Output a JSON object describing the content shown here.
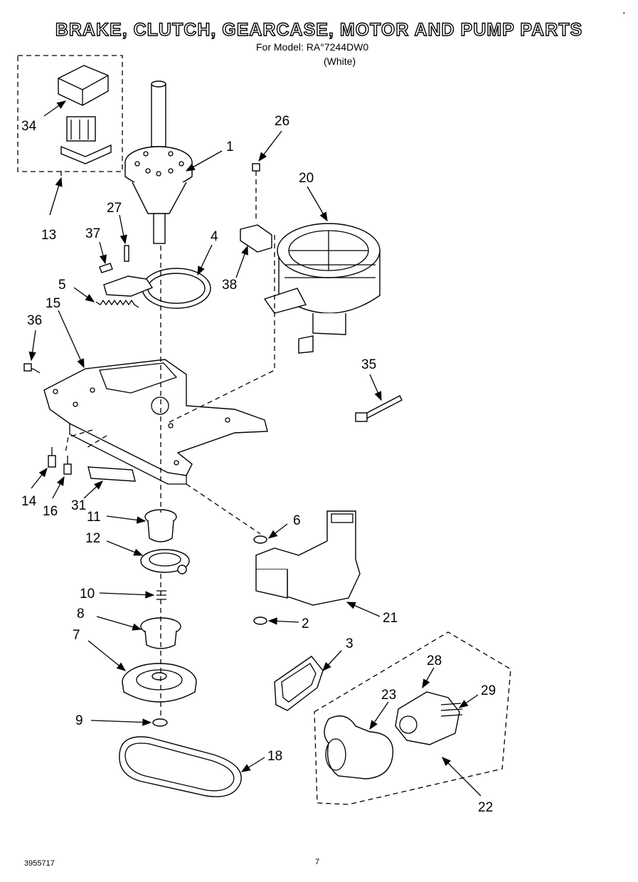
{
  "header": {
    "title": "BRAKE, CLUTCH, GEARCASE, MOTOR AND PUMP PARTS",
    "model_line": "For Model: RA°7244DW0",
    "color_line": "(White)",
    "corner_mark": "'"
  },
  "footer": {
    "doc_number": "3955717",
    "page_number": "7"
  },
  "callouts": [
    "34",
    "13",
    "1",
    "27",
    "37",
    "4",
    "5",
    "15",
    "36",
    "26",
    "20",
    "38",
    "35",
    "14",
    "16",
    "31",
    "11",
    "12",
    "10",
    "8",
    "7",
    "9",
    "18",
    "6",
    "21",
    "2",
    "3",
    "28",
    "29",
    "23",
    "22"
  ]
}
